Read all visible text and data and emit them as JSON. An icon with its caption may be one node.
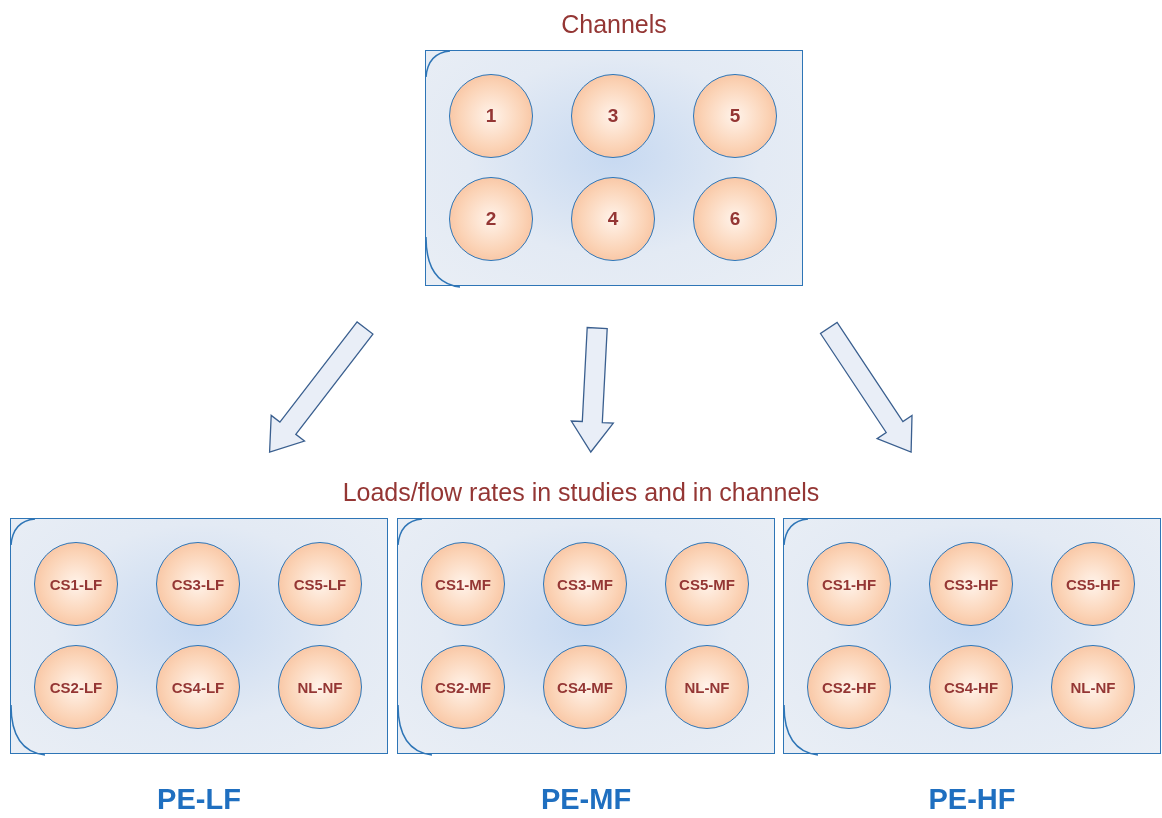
{
  "diagram": {
    "nodes": [
      {
        "text": [
          "Channels"
        ]
      },
      {
        "text": [
          "1"
        ],
        "in": 0
      },
      {
        "text": [
          "3"
        ],
        "in": 0
      },
      {
        "text": [
          "5"
        ],
        "in": 0
      },
      {
        "text": [
          "2"
        ],
        "in": 0
      },
      {
        "text": [
          "4"
        ],
        "in": 0
      },
      {
        "text": [
          "6"
        ],
        "in": 0
      },
      {
        "text": [
          "PE-LF"
        ]
      },
      {
        "text": [
          "CS1-LF"
        ],
        "in": 7
      },
      {
        "text": [
          "CS3-LF"
        ],
        "in": 7
      },
      {
        "text": [
          "CS5-LF"
        ],
        "in": 7
      },
      {
        "text": [
          "CS2-LF"
        ],
        "in": 7
      },
      {
        "text": [
          "CS4-LF"
        ],
        "in": 7
      },
      {
        "text": [
          "NL-NF"
        ],
        "in": 7
      },
      {
        "text": [
          "PE-MF"
        ]
      },
      {
        "text": [
          "CS1-MF"
        ],
        "in": 14
      },
      {
        "text": [
          "CS3-MF"
        ],
        "in": 14
      },
      {
        "text": [
          "CS5-MF"
        ],
        "in": 14
      },
      {
        "text": [
          "CS2-MF"
        ],
        "in": 14
      },
      {
        "text": [
          "CS4-MF"
        ],
        "in": 14
      },
      {
        "text": [
          "NL-NF"
        ],
        "in": 14
      },
      {
        "text": [
          "PE-HF"
        ]
      },
      {
        "text": [
          "CS1-HF"
        ],
        "in": 21
      },
      {
        "text": [
          "CS3-HF"
        ],
        "in": 21
      },
      {
        "text": [
          "CS5-HF"
        ],
        "in": 21
      },
      {
        "text": [
          "CS2-HF"
        ],
        "in": 21
      },
      {
        "text": [
          "CS4-HF"
        ],
        "in": 21
      },
      {
        "text": [
          "NL-NF"
        ],
        "in": 21
      }
    ],
    "edges": [
      {
        "from": 0,
        "to": 7,
        "arrow": "to"
      },
      {
        "from": 0,
        "to": 14,
        "arrow": "to"
      },
      {
        "from": 0,
        "to": 21,
        "arrow": "to"
      }
    ],
    "labels": [
      "Loads/flow rates in studies and in channels"
    ]
  }
}
